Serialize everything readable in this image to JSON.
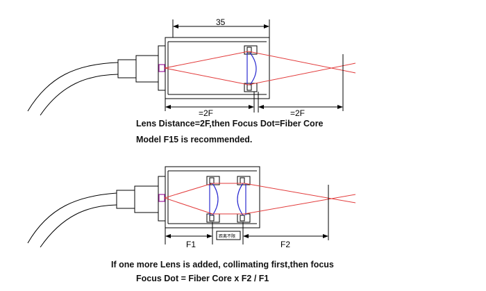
{
  "top_diagram": {
    "width_label": "35",
    "left_distance_label": "=2F",
    "right_distance_label": "=2F"
  },
  "captions": {
    "line1": "Lens Distance=2F,then Focus Dot=Fiber Core",
    "line2": "Model F15 is recommended."
  },
  "bottom_diagram": {
    "f1_label": "F1",
    "gap_label": "距离不限",
    "f2_label": "F2"
  },
  "bottom_captions": {
    "line1": "If one more Lens is added, collimating first,then focus",
    "line2": "Focus Dot = Fiber Core x F2 / F1"
  },
  "colors": {
    "beam": "#e23a3a",
    "lens": "#2a2ad0",
    "outline": "#000000"
  }
}
